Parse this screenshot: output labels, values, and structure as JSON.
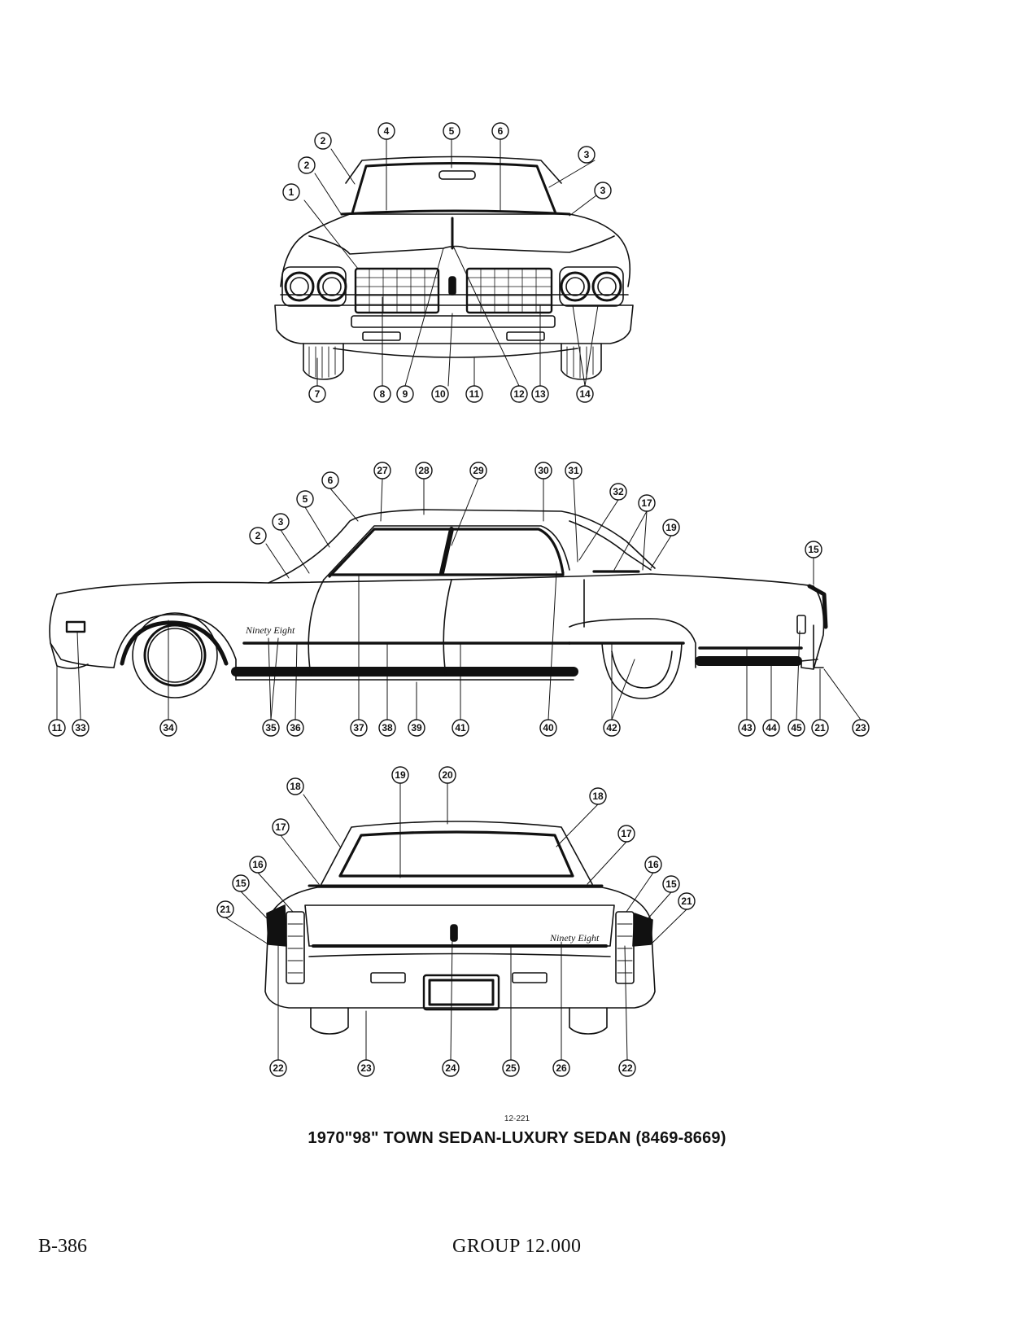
{
  "diagram": {
    "figure_number": "12-221",
    "title": "1970\"98\" TOWN SEDAN-LUXURY SEDAN (8469-8669)",
    "script_badge": "Ninety Eight",
    "front_view_callouts": [
      "1",
      "2",
      "2",
      "3",
      "3",
      "4",
      "5",
      "6",
      "7",
      "8",
      "9",
      "10",
      "11",
      "12",
      "13",
      "14"
    ],
    "side_view_callouts": [
      "2",
      "3",
      "5",
      "6",
      "11",
      "15",
      "17",
      "19",
      "21",
      "23",
      "27",
      "28",
      "29",
      "30",
      "31",
      "32",
      "33",
      "34",
      "35",
      "36",
      "37",
      "38",
      "39",
      "40",
      "41",
      "42",
      "43",
      "44",
      "45"
    ],
    "rear_view_callouts": [
      "15",
      "15",
      "16",
      "16",
      "17",
      "17",
      "18",
      "18",
      "19",
      "20",
      "21",
      "21",
      "22",
      "22",
      "23",
      "24",
      "25",
      "26"
    ]
  },
  "footer": {
    "page_code": "B-386",
    "group": "GROUP 12.000"
  }
}
